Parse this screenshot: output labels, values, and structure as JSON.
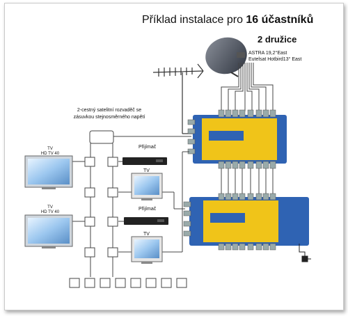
{
  "title": {
    "prefix": "Příklad instalace pro ",
    "bold": "16 účastníků"
  },
  "subtitle": "2 družice",
  "satellites": [
    "ASTRA 19,2°East",
    "Eutelsat Hotbird13° East"
  ],
  "splitter_label": "2-cestný satelitní rozvaděč se zásuvkou stejnosměrného napětí",
  "tv_top": {
    "line1": "TV",
    "line2": "HD TV 40"
  },
  "tv_bottom": {
    "line1": "TV",
    "line2": "HD TV 40"
  },
  "receiver_top": "Přijímač",
  "receiver_bottom": "Přijímač",
  "tv_small_top": "TV",
  "tv_small_bottom": "TV",
  "colors": {
    "multiswitch_blue": "#2f63b3",
    "multiswitch_yellow": "#f0c419",
    "line": "#444444"
  }
}
